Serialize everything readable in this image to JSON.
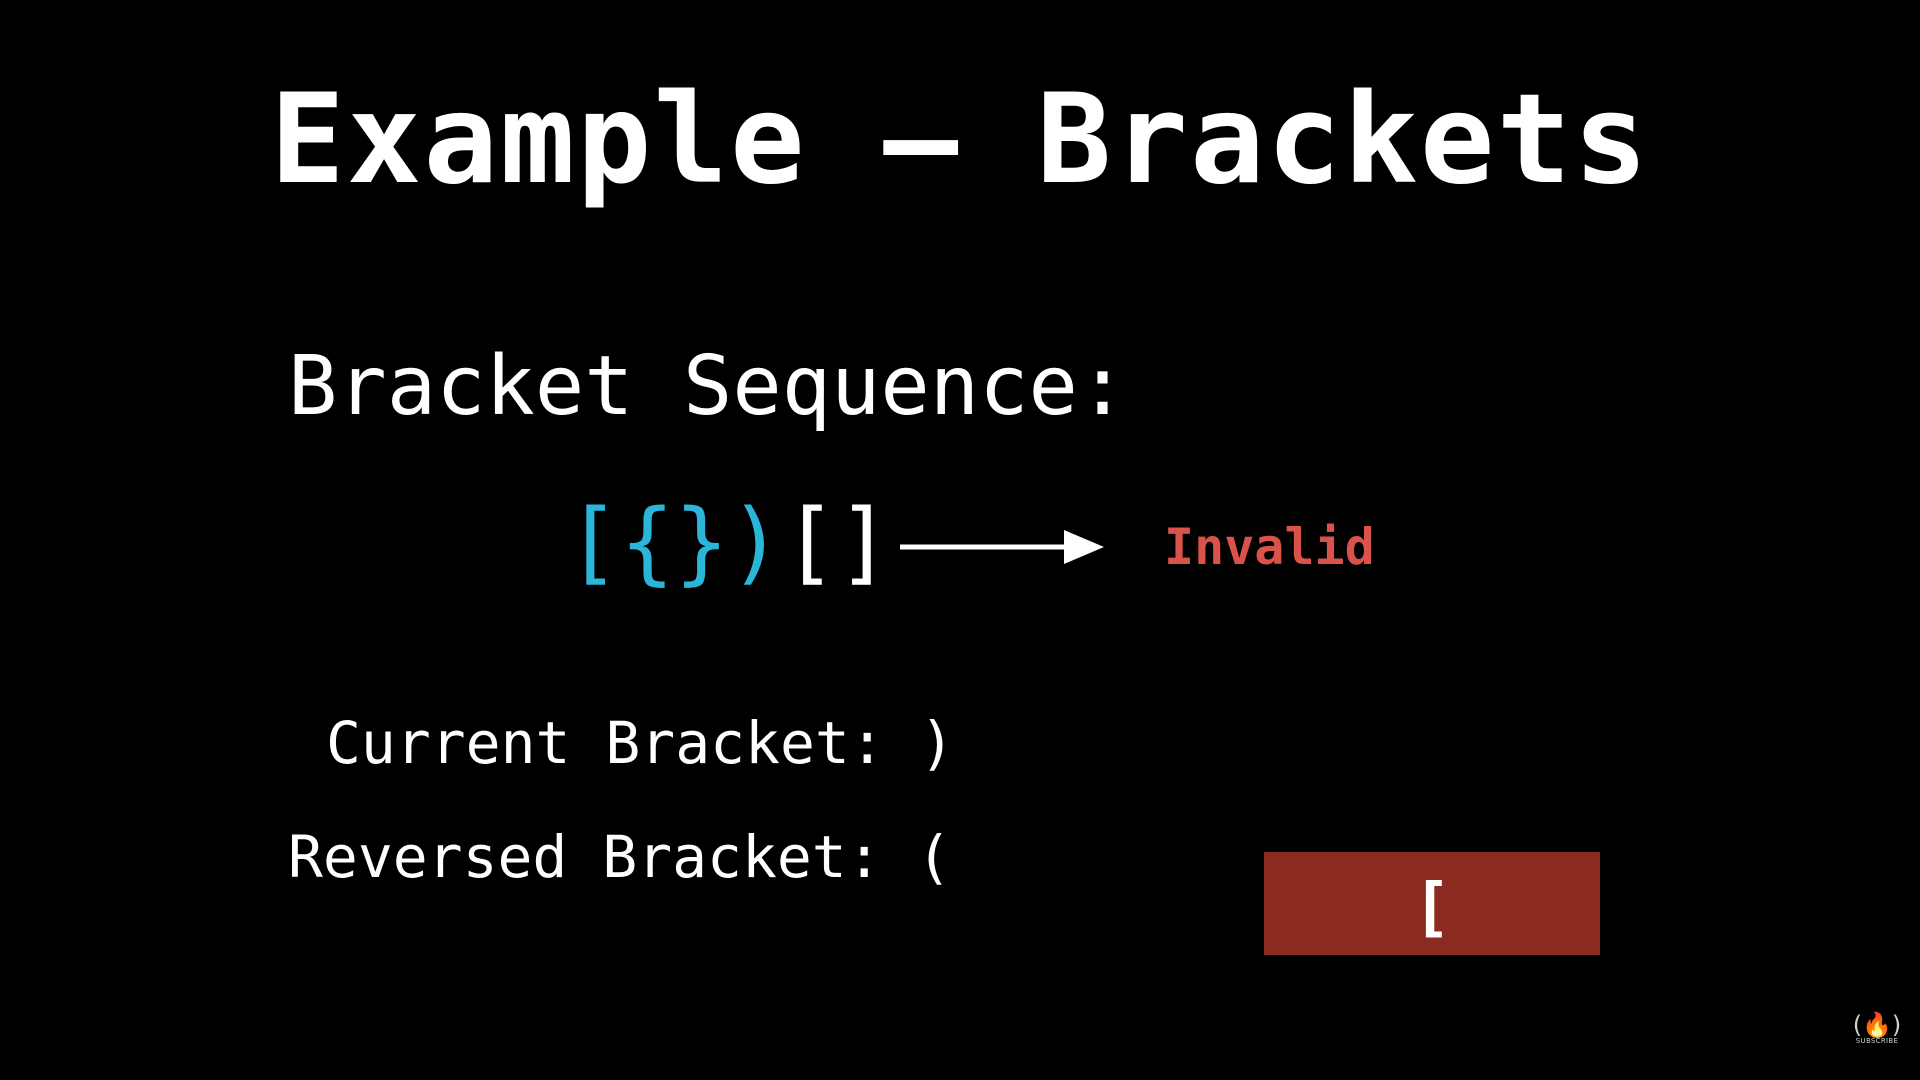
{
  "slide": {
    "title": "Example – Brackets",
    "sequence_label": "Bracket Sequence:",
    "sequence": {
      "highlighted": "[{})",
      "rest": "[]"
    },
    "verdict": "Invalid",
    "current_bracket": "Current Bracket: )",
    "reversed_bracket": "Reversed Bracket: (",
    "stack_top": "["
  },
  "branding": {
    "icon": "freecodecamp-logo-icon",
    "label": "SUBSCRIBE"
  },
  "colors": {
    "background": "#000000",
    "highlight": "#2bb5d8",
    "invalid": "#d9534a",
    "stack_box": "#8b2a1f"
  }
}
